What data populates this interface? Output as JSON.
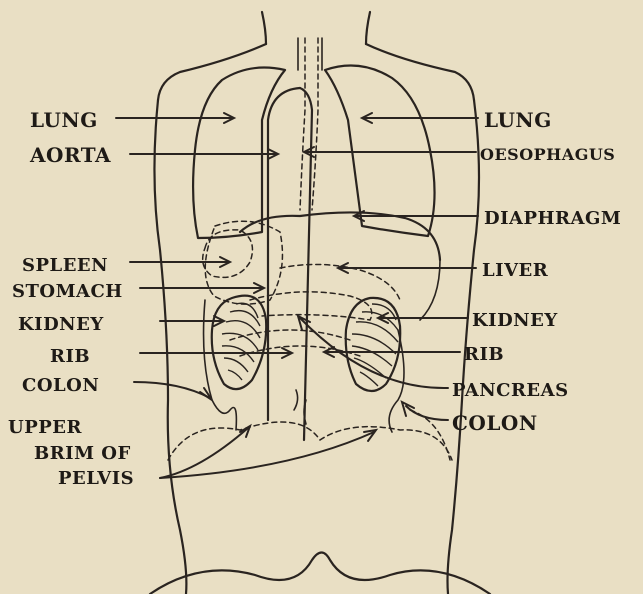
{
  "colors": {
    "paper": "#e9dfc4",
    "ink": "#2a2420"
  },
  "labels": {
    "lung_left": "LUNG",
    "aorta": "AORTA",
    "spleen": "SPLEEN",
    "stomach": "STOMACH",
    "kidney_left": "KIDNEY",
    "rib_left": "RIB",
    "colon_left": "COLON",
    "upper": "UPPER",
    "brim_of": "BRIM OF",
    "pelvis": "PELVIS",
    "lung_right": "LUNG",
    "oesophagus": "OESOPHAGUS",
    "diaphragm": "DIAPHRAGM",
    "liver": "LIVER",
    "kidney_right": "KIDNEY",
    "rib_right": "RIB",
    "pancreas": "PANCREAS",
    "colon_right": "COLON"
  }
}
